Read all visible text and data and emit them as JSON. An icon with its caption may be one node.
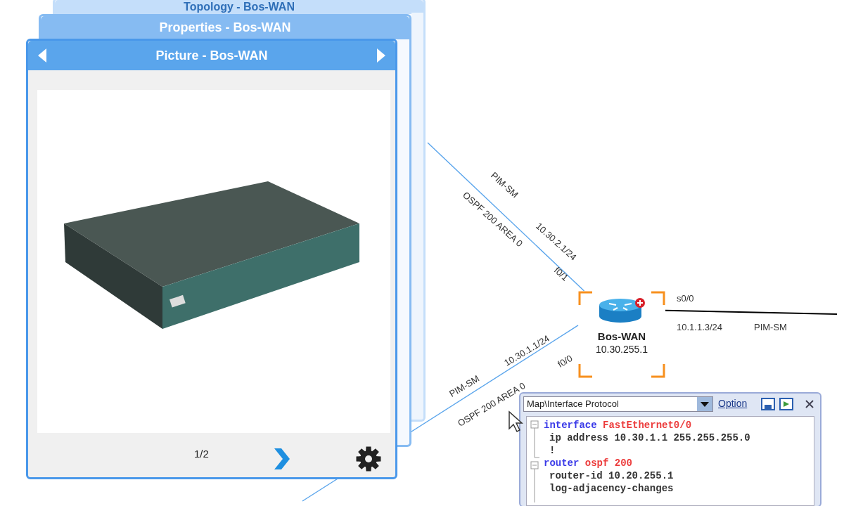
{
  "diagram": {
    "nodes": [
      {
        "text": [
          "Topology - Bos-WAN"
        ]
      },
      {
        "text": [
          "Properties - Bos-WAN"
        ]
      },
      {
        "text": [
          "Picture - Bos-WAN"
        ]
      },
      {
        "text": [],
        "shape": "picture",
        "in": 2
      },
      {
        "text": [
          "Bos-WAN",
          "10.30.255.1"
        ]
      },
      {
        "text": [
          "Map\\Interface Protocol",
          "Option",
          "interface FastEthernet0/0",
          "ip address 10.30.1.1 255.255.255.0",
          "!",
          "router ospf 200",
          "router-id 10.20.255.1",
          "log-adjacency-changes"
        ]
      }
    ],
    "edges": [
      {
        "from": null,
        "to": 4,
        "arrow": "none"
      },
      {
        "from": null,
        "to": 4,
        "arrow": "none"
      },
      {
        "from": 4,
        "to": null,
        "arrow": "none",
        "color": "#000000"
      }
    ],
    "labels": [
      "PIM-SM",
      "OSPF 200 AREA 0",
      "10.30.2.1/24",
      "f0/1",
      "s0/0",
      "10.1.1.3/24",
      "PIM-SM",
      "10.30.1.1/24",
      "f0/0",
      "PIM-SM",
      "OSPF 200 AREA 0",
      "1/2"
    ]
  }
}
